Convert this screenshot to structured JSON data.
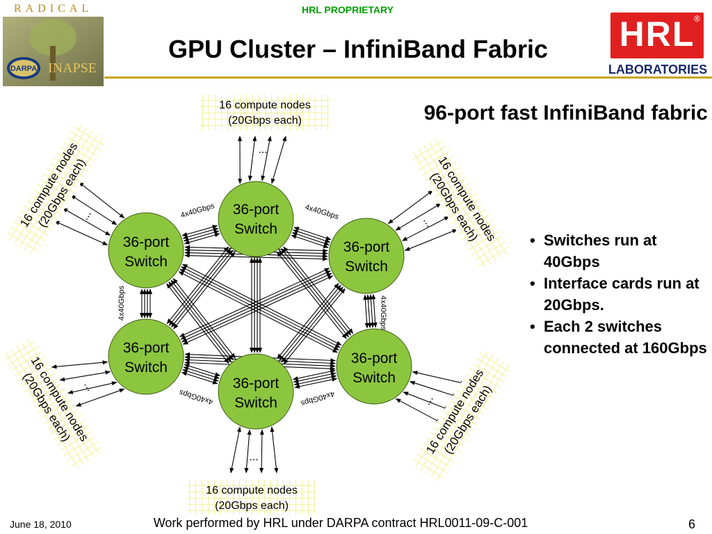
{
  "header": {
    "proprietary": "HRL PROPRIETARY",
    "title": "GPU Cluster – InfiniBand Fabric",
    "left_logo_text": "RADICAL",
    "right_logo": {
      "letters": "HRL",
      "registered": "®",
      "subtitle": "LABORATORIES"
    }
  },
  "main": {
    "fabric_title": "96-port fast InfiniBand fabric",
    "bullets": [
      "Switches run at 40Gbps",
      "Interface cards run at 20Gbps.",
      "Each 2 switches connected at 160Gbps"
    ]
  },
  "diagram": {
    "switch_label_line1": "36-port",
    "switch_label_line2": "Switch",
    "switch_count": 6,
    "node_group_line1": "16 compute nodes",
    "node_group_line2": "(20Gbps each)",
    "link_label": "4x40Gbps",
    "ellipsis": "..."
  },
  "footer": {
    "date": "June 18, 2010",
    "note": "Work performed by HRL under DARPA contract HRL0011-09-C-001",
    "page": "6"
  },
  "colors": {
    "switch_fill": "#8cc63f",
    "proprietary": "#00a000",
    "gold": "#c8a415",
    "hrl_red": "#e02020",
    "grid": "#f3f19a"
  },
  "icons": {
    "left_logo": "synapse-darpa-logo",
    "right_logo": "hrl-laboratories-logo"
  }
}
